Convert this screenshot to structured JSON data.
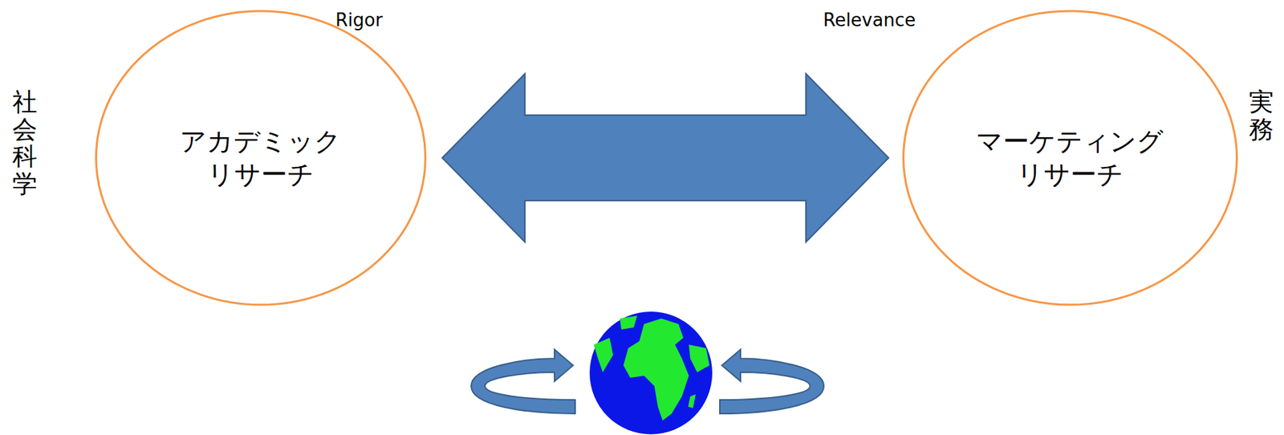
{
  "diagram": {
    "nodes": [
      {
        "text": [
          "アカデミック リサーチ"
        ]
      },
      {
        "text": [
          "マーケティング リサーチ"
        ]
      }
    ],
    "edges": [
      {
        "from": 0,
        "to": 1,
        "arrow": "both"
      }
    ],
    "labels": [
      "Rigor",
      "Relevance",
      "社会科学",
      "実務"
    ]
  }
}
